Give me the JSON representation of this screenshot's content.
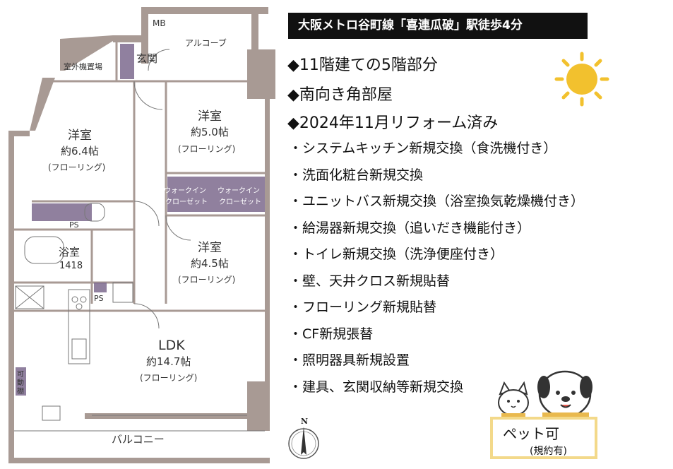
{
  "floorplan": {
    "labels": {
      "mb": "MB",
      "alcove": "アルコーブ",
      "entrance": "玄関",
      "outdoor_unit": "室外機置場",
      "room1_name": "洋室",
      "room1_size": "約6.4帖",
      "room1_floor": "(フローリング)",
      "room2_name": "洋室",
      "room2_size": "約5.0帖",
      "room2_floor": "(フローリング)",
      "wic1_a": "ウォークイン",
      "wic1_b": "クローゼット",
      "wic2_a": "ウォークイン",
      "wic2_b": "クローゼット",
      "room3_name": "洋室",
      "room3_size": "約4.5帖",
      "room3_floor": "(フローリング)",
      "ps1": "PS",
      "ps2": "PS",
      "bath_name": "浴室",
      "bath_size": "1418",
      "ldk_name": "LDK",
      "ldk_size": "約14.7帖",
      "ldk_floor": "(フローリング)",
      "shelf_1": "可",
      "shelf_2": "動",
      "shelf_3": "棚",
      "balcony": "バルコニー"
    },
    "compass_label": "N"
  },
  "station": "大阪メトロ谷町線「喜連瓜破」駅徒歩4分",
  "highlights": [
    "◆11階建ての5階部分",
    "◆南向き角部屋",
    "◆2024年11月リフォーム済み"
  ],
  "renovations": [
    "・システムキッチン新規交換（食洗機付き）",
    "・洗面化粧台新規交換",
    "・ユニットバス新規交換（浴室換気乾燥機付き）",
    "・給湯器新規交換（追いだき機能付き）",
    "・トイレ新規交換（洗浄便座付き）",
    "・壁、天井クロス新規貼替",
    "・フローリング新規貼替",
    "・CF新規張替",
    "・照明器具新規設置",
    "・建具、玄関収納等新規交換"
  ],
  "pet": {
    "title": "ペット可",
    "note": "(規約有)"
  },
  "colors": {
    "wall": "#a89a94",
    "closet": "#7d6a8e",
    "station_bg": "#111111",
    "sun": "#f2c12e",
    "pet_border": "#f3d98a"
  }
}
